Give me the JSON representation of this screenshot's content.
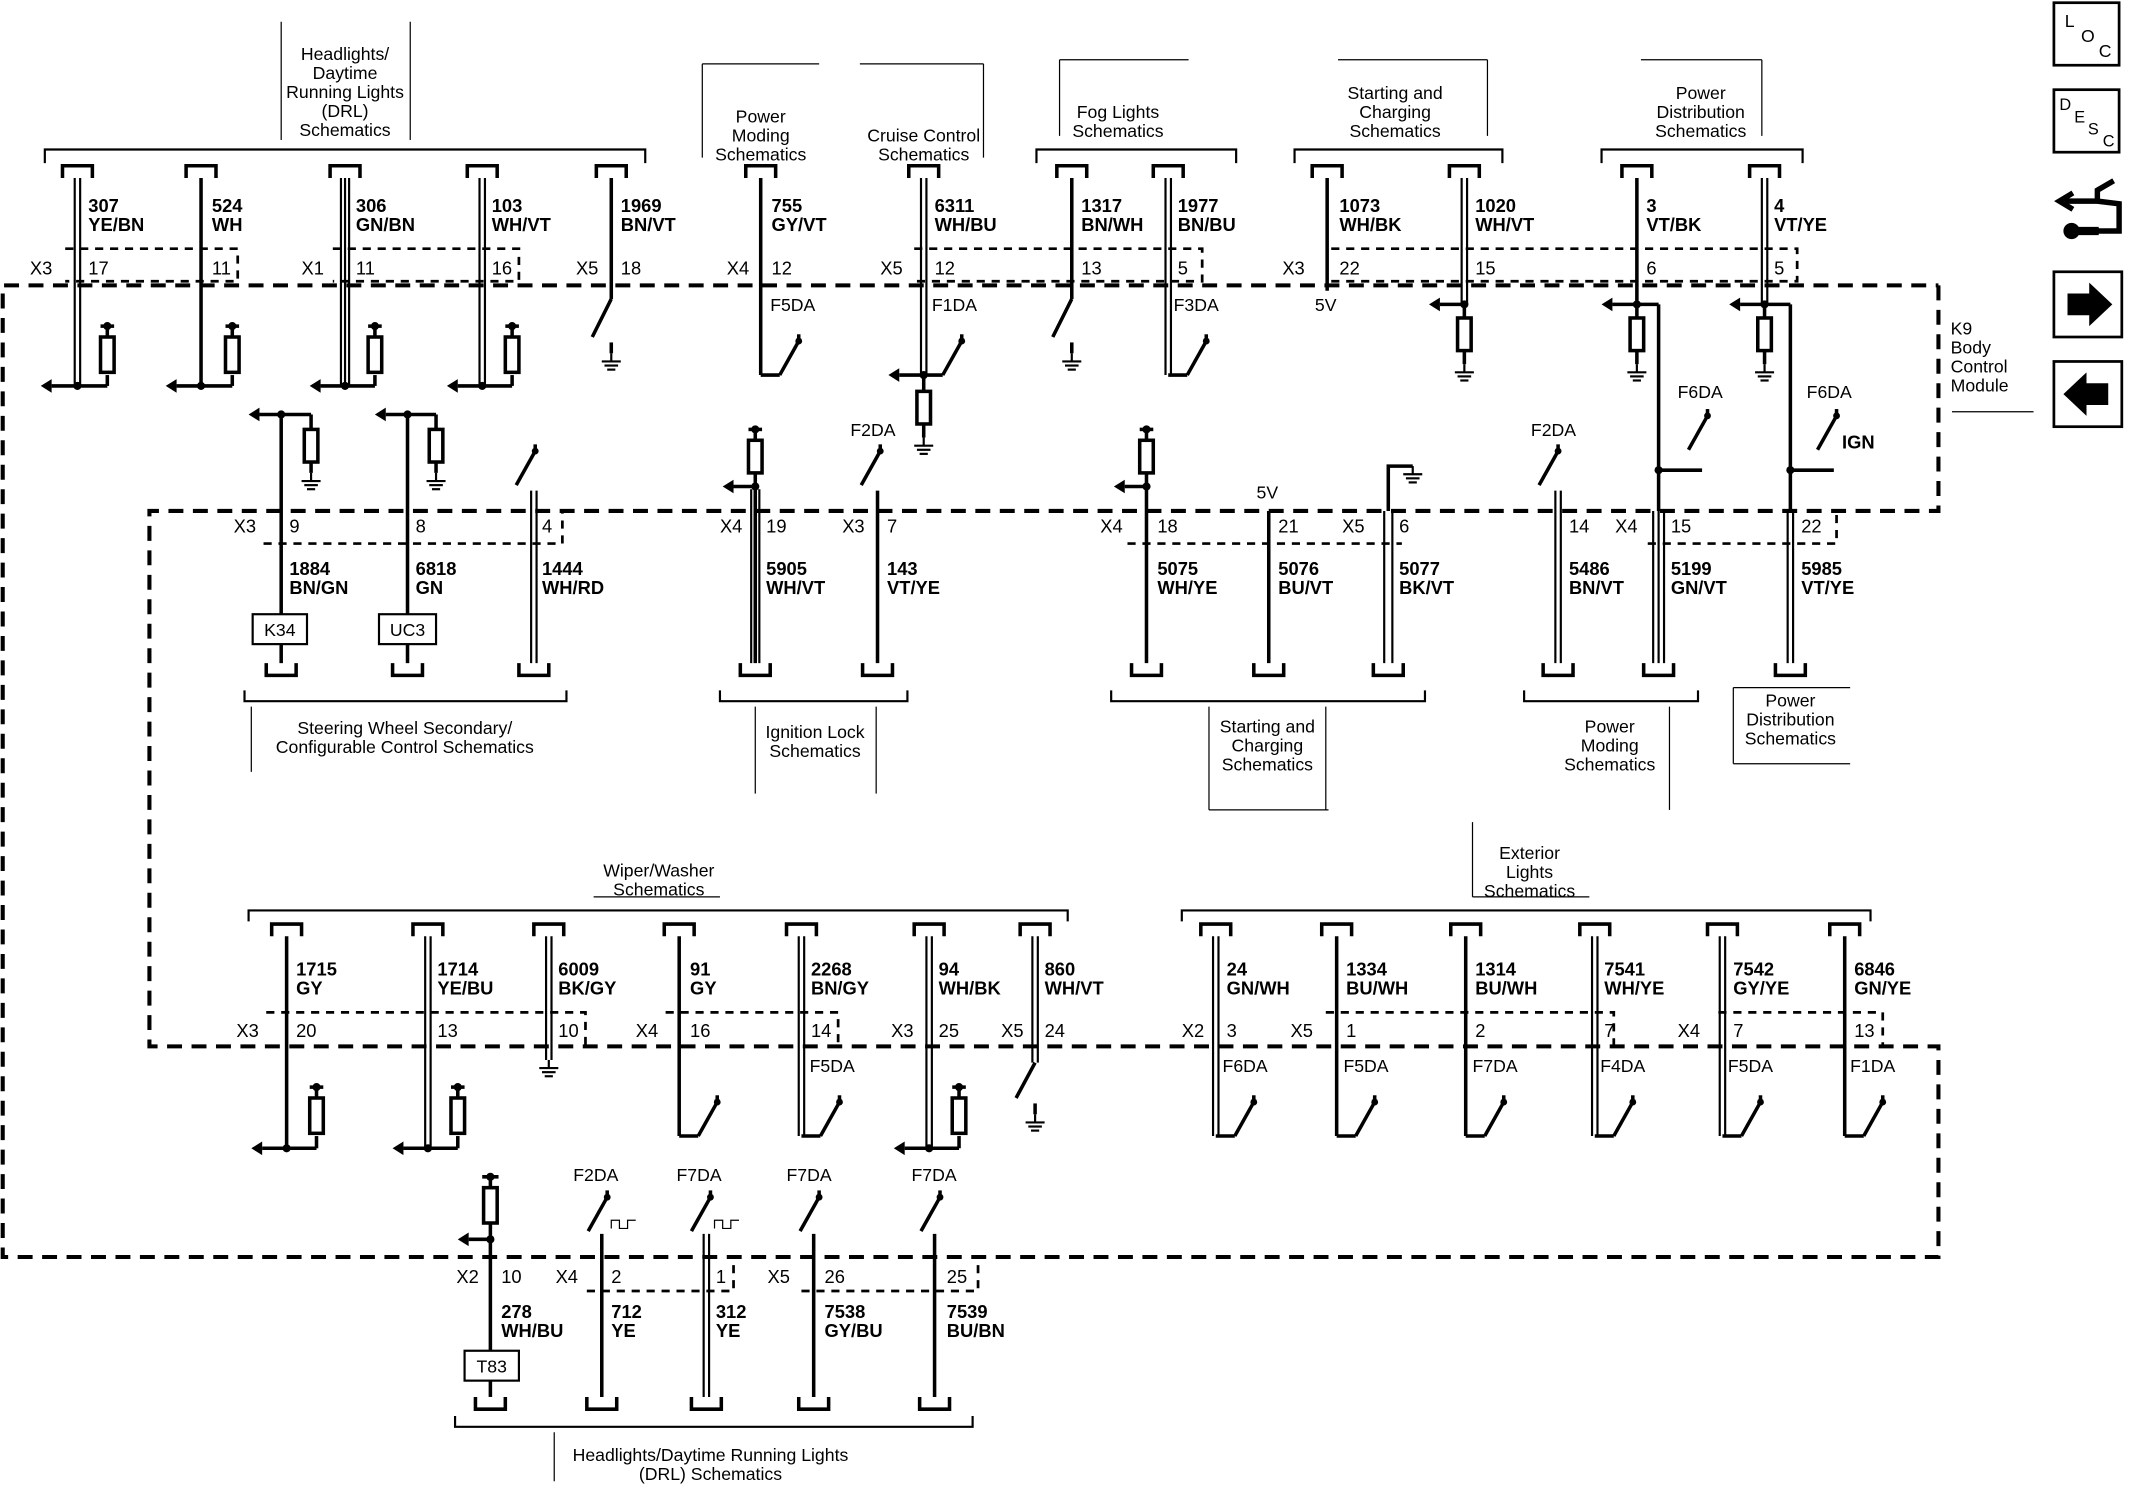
{
  "module": {
    "lines": [
      "K9",
      "Body",
      "Control",
      "Module"
    ]
  },
  "legend_labels": [
    "5V",
    "IGN"
  ],
  "nav": {
    "loc": [
      "L",
      "O",
      "C"
    ],
    "desc": [
      "D",
      "E",
      "S",
      "C"
    ]
  },
  "schematic_refs": {
    "top": [
      {
        "id": "drl_top",
        "lines": [
          "Headlights/",
          "Daytime",
          "Running Lights",
          "(DRL)",
          "Schematics"
        ]
      },
      {
        "id": "power_moding_top",
        "lines": [
          "Power",
          "Moding",
          "Schematics"
        ]
      },
      {
        "id": "cruise",
        "lines": [
          "Cruise Control",
          "Schematics"
        ]
      },
      {
        "id": "fog",
        "lines": [
          "Fog Lights",
          "Schematics"
        ]
      },
      {
        "id": "starting_top",
        "lines": [
          "Starting and",
          "Charging",
          "Schematics"
        ]
      },
      {
        "id": "power_dist_top",
        "lines": [
          "Power",
          "Distribution",
          "Schematics"
        ]
      }
    ],
    "middle": [
      {
        "id": "steering",
        "lines": [
          "Steering Wheel Secondary/",
          "Configurable Control Schematics"
        ]
      },
      {
        "id": "ignition",
        "lines": [
          "Ignition Lock",
          "Schematics"
        ]
      },
      {
        "id": "starting_mid",
        "lines": [
          "Starting and",
          "Charging",
          "Schematics"
        ]
      },
      {
        "id": "power_moding_mid",
        "lines": [
          "Power",
          "Moding",
          "Schematics"
        ]
      },
      {
        "id": "power_dist_mid",
        "lines": [
          "Power",
          "Distribution",
          "Schematics"
        ]
      }
    ],
    "lower": [
      {
        "id": "wiper",
        "lines": [
          "Wiper/Washer",
          "Schematics"
        ]
      },
      {
        "id": "exterior",
        "lines": [
          "Exterior",
          "Lights",
          "Schematics"
        ]
      }
    ],
    "bottom": [
      {
        "id": "drl_bottom",
        "lines": [
          "Headlights/Daytime Running Lights",
          "(DRL) Schematics"
        ]
      }
    ]
  },
  "circuits": {
    "row1": [
      {
        "num": "307",
        "color": "YE/BN",
        "connector": "X3",
        "pin": "17"
      },
      {
        "num": "524",
        "color": "WH",
        "connector": "",
        "pin": "11"
      },
      {
        "num": "306",
        "color": "GN/BN",
        "connector": "X1",
        "pin": "11"
      },
      {
        "num": "103",
        "color": "WH/VT",
        "connector": "",
        "pin": "16"
      },
      {
        "num": "1969",
        "color": "BN/VT",
        "connector": "X5",
        "pin": "18"
      },
      {
        "num": "755",
        "color": "GY/VT",
        "connector": "X4",
        "pin": "12"
      },
      {
        "num": "6311",
        "color": "WH/BU",
        "connector": "X5",
        "pin": "12"
      },
      {
        "num": "1317",
        "color": "BN/WH",
        "connector": "",
        "pin": "13"
      },
      {
        "num": "1977",
        "color": "BN/BU",
        "connector": "",
        "pin": "5"
      },
      {
        "num": "1073",
        "color": "WH/BK",
        "connector": "X3",
        "pin": "22"
      },
      {
        "num": "1020",
        "color": "WH/VT",
        "connector": "",
        "pin": "15"
      },
      {
        "num": "3",
        "color": "VT/BK",
        "connector": "",
        "pin": "6"
      },
      {
        "num": "4",
        "color": "VT/YE",
        "connector": "",
        "pin": "5"
      }
    ],
    "row2": [
      {
        "num": "1884",
        "color": "BN/GN",
        "connector": "X3",
        "pin": "9"
      },
      {
        "num": "6818",
        "color": "GN",
        "connector": "",
        "pin": "8"
      },
      {
        "num": "1444",
        "color": "WH/RD",
        "connector": "",
        "pin": "4"
      },
      {
        "num": "5905",
        "color": "WH/VT",
        "connector": "X4",
        "pin": "19"
      },
      {
        "num": "143",
        "color": "VT/YE",
        "connector": "X3",
        "pin": "7"
      },
      {
        "num": "5075",
        "color": "WH/YE",
        "connector": "X4",
        "pin": "18"
      },
      {
        "num": "5076",
        "color": "BU/VT",
        "connector": "",
        "pin": "21"
      },
      {
        "num": "5077",
        "color": "BK/VT",
        "connector": "X5",
        "pin": "6"
      },
      {
        "num": "5486",
        "color": "BN/VT",
        "connector": "",
        "pin": "14"
      },
      {
        "num": "5199",
        "color": "GN/VT",
        "connector": "X4",
        "pin": "15"
      },
      {
        "num": "5985",
        "color": "VT/YE",
        "connector": "",
        "pin": "22"
      }
    ],
    "row3": [
      {
        "num": "1715",
        "color": "GY",
        "connector": "X3",
        "pin": "20"
      },
      {
        "num": "1714",
        "color": "YE/BU",
        "connector": "",
        "pin": "13"
      },
      {
        "num": "6009",
        "color": "BK/GY",
        "connector": "",
        "pin": "10"
      },
      {
        "num": "91",
        "color": "GY",
        "connector": "X4",
        "pin": "16"
      },
      {
        "num": "2268",
        "color": "BN/GY",
        "connector": "",
        "pin": "14"
      },
      {
        "num": "94",
        "color": "WH/BK",
        "connector": "X3",
        "pin": "25"
      },
      {
        "num": "860",
        "color": "WH/VT",
        "connector": "X5",
        "pin": "24"
      },
      {
        "num": "24",
        "color": "GN/WH",
        "connector": "X2",
        "pin": "3"
      },
      {
        "num": "1334",
        "color": "BU/WH",
        "connector": "X5",
        "pin": "1"
      },
      {
        "num": "1314",
        "color": "BU/WH",
        "connector": "",
        "pin": "2"
      },
      {
        "num": "7541",
        "color": "WH/YE",
        "connector": "",
        "pin": "7"
      },
      {
        "num": "7542",
        "color": "GY/YE",
        "connector": "X4",
        "pin": "7"
      },
      {
        "num": "6846",
        "color": "GN/YE",
        "connector": "",
        "pin": "13"
      }
    ],
    "row4": [
      {
        "num": "278",
        "color": "WH/BU",
        "connector": "X2",
        "pin": "10"
      },
      {
        "num": "712",
        "color": "YE",
        "connector": "X4",
        "pin": "2"
      },
      {
        "num": "312",
        "color": "YE",
        "connector": "",
        "pin": "1"
      },
      {
        "num": "7538",
        "color": "GY/BU",
        "connector": "X5",
        "pin": "26"
      },
      {
        "num": "7539",
        "color": "BU/BN",
        "connector": "",
        "pin": "25"
      }
    ]
  },
  "components": {
    "k34": "K34",
    "uc3": "UC3",
    "t83": "T83"
  },
  "fuse_labels": {
    "row1": [
      "F5DA",
      "F1DA",
      "F3DA"
    ],
    "row2": [
      "F2DA",
      "F2DA",
      "F6DA",
      "F6DA"
    ],
    "row3": [
      "F5DA",
      "F6DA",
      "F5DA",
      "F7DA",
      "F4DA",
      "F5DA",
      "F1DA"
    ],
    "row4": [
      "F2DA",
      "F7DA",
      "F7DA",
      "F7DA"
    ]
  }
}
